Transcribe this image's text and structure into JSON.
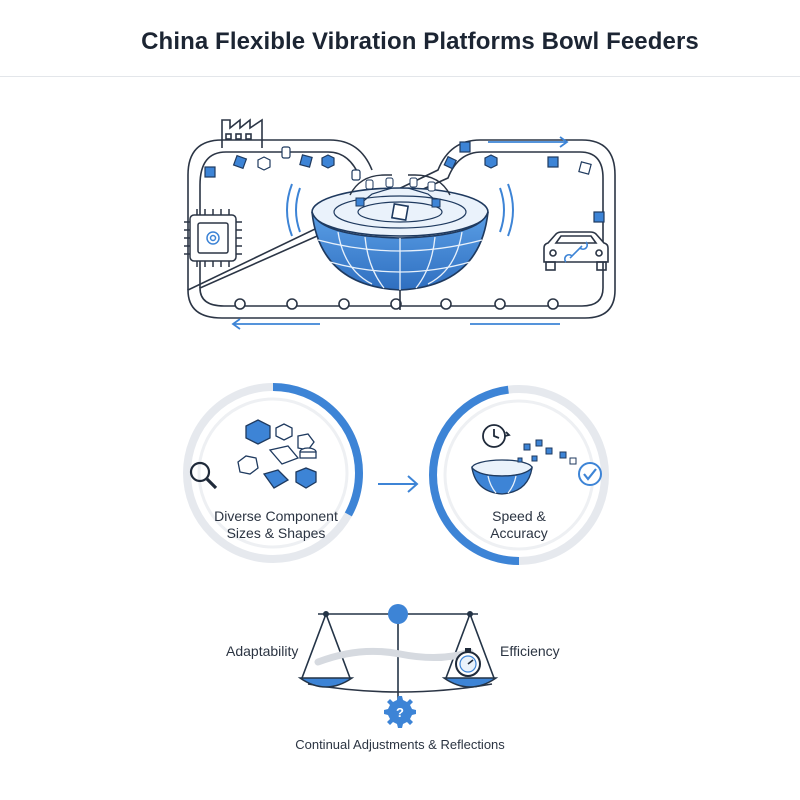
{
  "title": "China Flexible Vibration Platforms Bowl Feeders",
  "left_circle": {
    "line1": "Diverse Component",
    "line2": "Sizes & Shapes",
    "progress": 0.33
  },
  "right_circle": {
    "line1": "Speed &",
    "line2": "Accuracy",
    "progress": 0.48
  },
  "balance": {
    "left_label": "Adaptability",
    "right_label": "Efficiency",
    "bottom_label": "Continual Adjustments & Reflections",
    "gear_symbol": "?"
  },
  "colors": {
    "accent": "#3d84d6",
    "dark": "#243447",
    "light": "#e8ebef"
  }
}
